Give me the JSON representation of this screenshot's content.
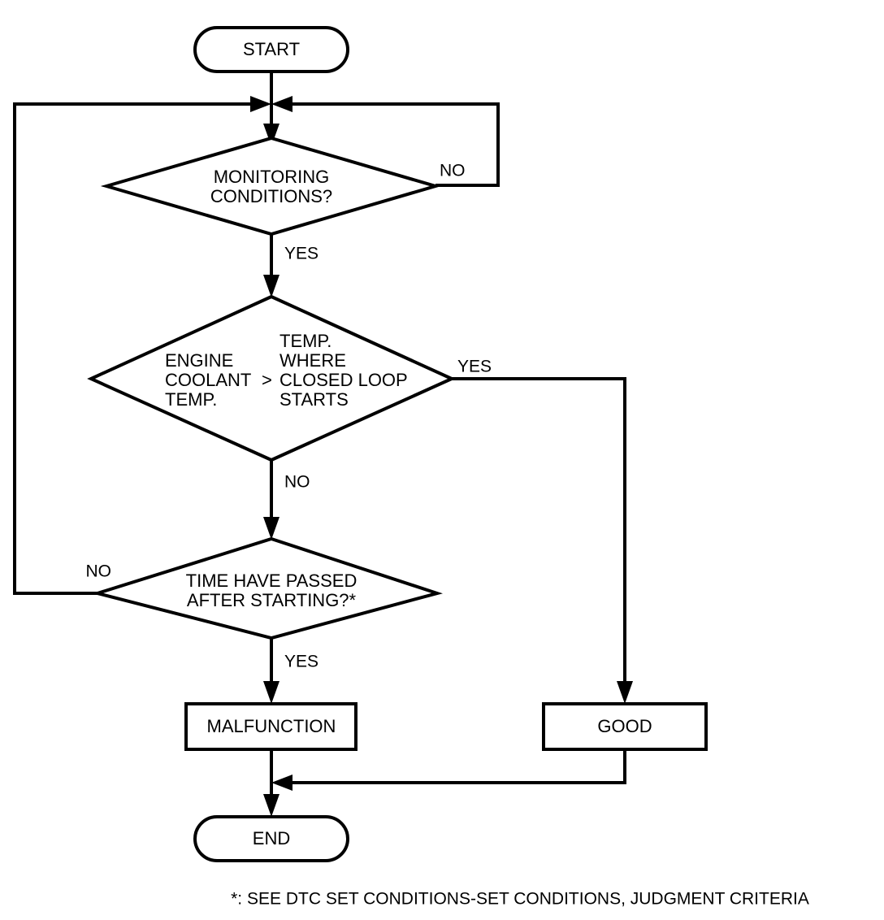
{
  "diagram": {
    "title": "",
    "type": "flowchart",
    "background_color": "#ffffff",
    "line_color": "#000000",
    "nodes": {
      "start": {
        "label": "START",
        "shape": "terminator"
      },
      "decision_monitoring": {
        "label": "MONITORING CONDITIONS?",
        "line1": "MONITORING",
        "line2": "CONDITIONS?",
        "shape": "decision"
      },
      "decision_coolant": {
        "shape": "decision",
        "left_line1": "ENGINE",
        "left_line2": "COOLANT",
        "left_line3": "TEMP.",
        "operator": ">",
        "right_line1": "TEMP.",
        "right_line2": "WHERE",
        "right_line3": "CLOSED LOOP",
        "right_line4": "STARTS"
      },
      "decision_time": {
        "shape": "decision",
        "line1": "TIME HAVE PASSED",
        "line2": "AFTER STARTING?*"
      },
      "malfunction": {
        "label": "MALFUNCTION",
        "shape": "process"
      },
      "good": {
        "label": "GOOD",
        "shape": "process"
      },
      "end": {
        "label": "END",
        "shape": "terminator"
      }
    },
    "edge_labels": {
      "monitoring_no": "NO",
      "monitoring_yes": "YES",
      "coolant_yes": "YES",
      "coolant_no": "NO",
      "time_no": "NO",
      "time_yes": "YES"
    },
    "footnote": "*: SEE DTC SET CONDITIONS-SET CONDITIONS, JUDGMENT CRITERIA"
  }
}
